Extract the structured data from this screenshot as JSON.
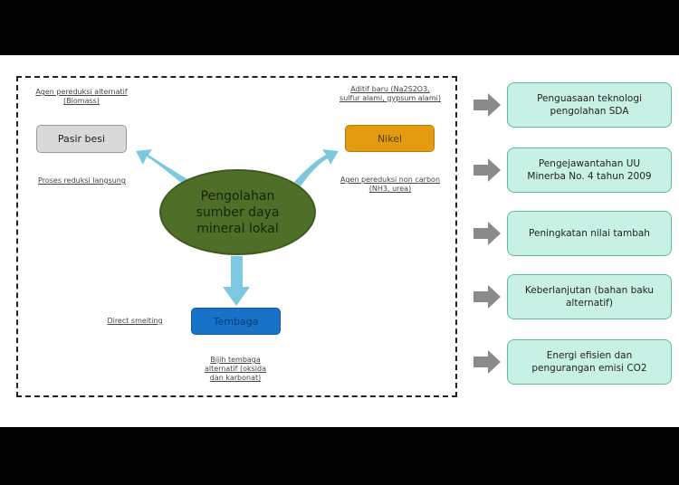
{
  "center": {
    "label": "Pengolahan\nsumber daya\nmineral lokal"
  },
  "nodes": {
    "pasir_besi": {
      "label": "Pasir besi",
      "note_top": "Agen pereduksi alternatif\n(Biomass)",
      "note_bottom": "Proses reduksi langsung"
    },
    "nikel": {
      "label": "Nikel",
      "note_top": "Aditif baru (Na2S2O3,\nsulfur alami, gypsum alami)",
      "note_bottom": "Agen pereduksi non carbon\n(NH3, urea)"
    },
    "tembaga": {
      "label": "Tembaga",
      "note_left": "Direct smelting",
      "note_bottom": "Bijih tembaga\nalternatif (oksida\ndan karbonat)"
    }
  },
  "outcomes": [
    {
      "label": "Penguasaan teknologi\npengolahan SDA"
    },
    {
      "label": "Pengejawantahan UU\nMinerba No. 4 tahun 2009"
    },
    {
      "label": "Peningkatan nilai tambah"
    },
    {
      "label": "Keberlanjutan (bahan baku\nalternatif)"
    },
    {
      "label": "Energi efisien dan\npengurangan emisi CO2"
    }
  ],
  "colors": {
    "center": "#4f6e27",
    "nikel": "#e39c12",
    "tembaga": "#1872c7",
    "pasir_besi": "#d9d9d9",
    "outcome": "#c8f1e6",
    "arrow_blue": "#7ec8df",
    "arrow_gray": "#8a8a8a"
  }
}
